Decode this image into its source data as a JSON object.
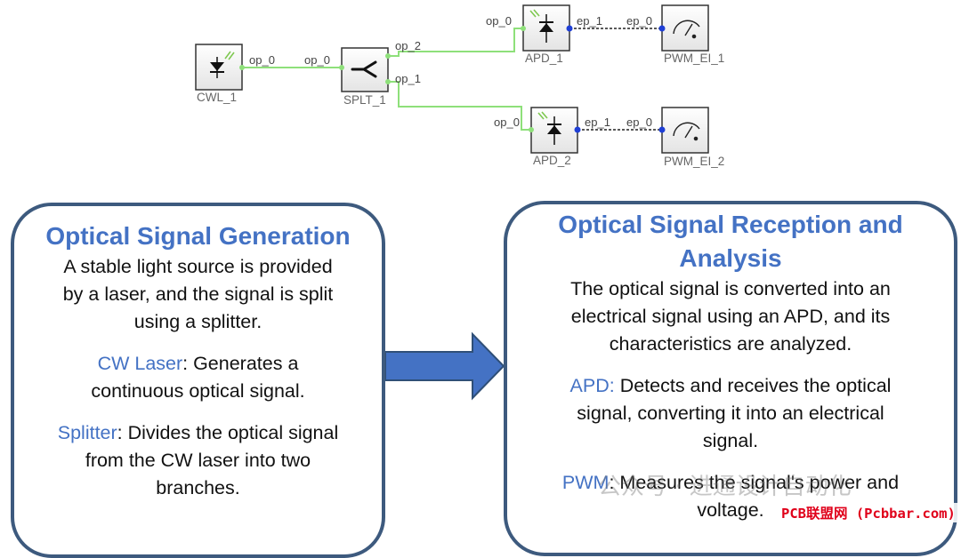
{
  "schematic": {
    "cw_laser_label": "CWL_1",
    "splitter_label": "SPLT_1",
    "apd1_label": "APD_1",
    "apd2_label": "APD_2",
    "pwm1_label": "PWM_EI_1",
    "pwm2_label": "PWM_EI_2",
    "cw_port": "op_0",
    "splt_in_port": "op_0",
    "splt_out2_port": "op_2",
    "splt_out1_port": "op_1",
    "apd1_in_port": "op_0",
    "apd1_out_port": "ep_1",
    "pwm1_in_port": "ep_0",
    "apd2_in_port": "op_0",
    "apd2_out_port": "ep_1",
    "pwm2_in_port": "ep_0",
    "optical_wire_color": "#8ee07a",
    "port_dot_color": "#1f3fd6"
  },
  "generation": {
    "title": "Optical Signal Generation",
    "intro": [
      "A stable light source is provided",
      "by a laser, and the signal is split",
      "using a splitter."
    ],
    "cw_term": "CW Laser",
    "cw_desc": ": Generates a",
    "cw_desc2": "continuous optical signal.",
    "splitter_term": "Splitter",
    "splitter_desc": ": Divides the optical signal",
    "splitter_desc2": "from the CW laser into two",
    "splitter_desc3": "branches."
  },
  "reception": {
    "title1": "Optical Signal Reception and",
    "title2": "Analysis",
    "intro": [
      "The optical signal is converted into an",
      "electrical signal using an APD, and its",
      "characteristics are analyzed."
    ],
    "apd_term": "APD:",
    "apd_desc": " Detects and receives the optical",
    "apd_desc2": "signal, converting it into an electrical",
    "apd_desc3": "signal.",
    "pwm_term": "PWM",
    "pwm_desc": ": Measures the signal's power and",
    "pwm_desc2": "voltage."
  },
  "watermark": {
    "wechat": "公众号 · 进通设计自动化",
    "site": "PCB联盟网 (Pcbbar.com)"
  },
  "colors": {
    "accent": "#4472c4",
    "box_border": "#3d5a7e",
    "arrow_fill": "#4472c4",
    "arrow_stroke": "#2f4f77"
  }
}
